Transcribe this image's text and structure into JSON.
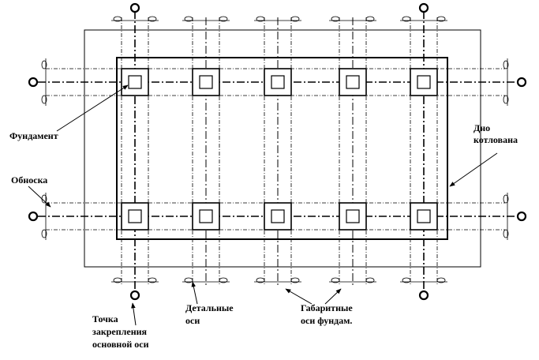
{
  "labels": {
    "foundation": "Фундамент",
    "pit_bottom_1": "Дно",
    "pit_bottom_2": "котлована",
    "batter_board": "Обноска",
    "point_1": "Точка",
    "point_2": "закрепления",
    "point_3": "основной оси",
    "detail_axes_1": "Детальные",
    "detail_axes_2": "оси",
    "overall_axes_1": "Габаритные",
    "overall_axes_2": "оси фундам."
  },
  "colors": {
    "line": "#000000",
    "background": "#ffffff"
  }
}
